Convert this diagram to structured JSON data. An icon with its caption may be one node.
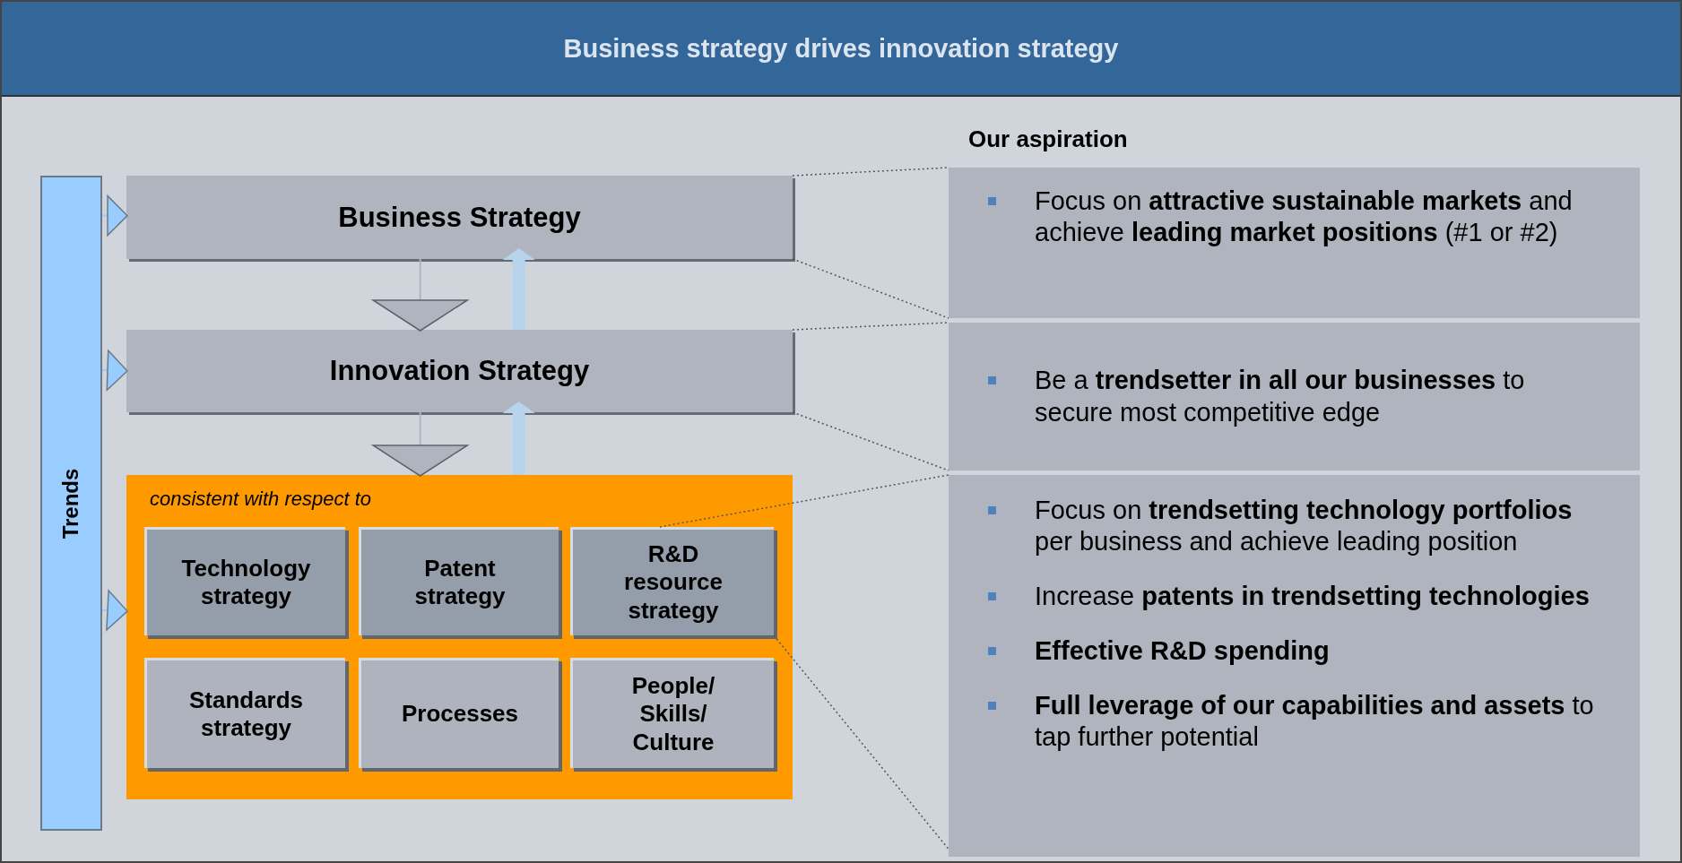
{
  "diagram": {
    "title": "Business strategy drives innovation strategy",
    "nodes": [
      {
        "text": [
          "Trends"
        ]
      },
      {
        "text": [
          "Business Strategy"
        ]
      },
      {
        "text": [
          "Innovation Strategy"
        ]
      },
      {
        "text": [
          "consistent with respect to"
        ]
      },
      {
        "text": [
          "Technology strategy"
        ],
        "in": 3
      },
      {
        "text": [
          "Patent strategy"
        ],
        "in": 3
      },
      {
        "text": [
          "R&D resource strategy"
        ],
        "in": 3
      },
      {
        "text": [
          "Standards strategy"
        ],
        "in": 3
      },
      {
        "text": [
          "Processes"
        ],
        "in": 3
      },
      {
        "text": [
          "People/ Skills/ Culture"
        ],
        "in": 3
      },
      {
        "text": [
          "Focus on **attractive sustainable markets** and achieve **leading market positions** (#1 or #2)"
        ],
        "beside": [
          "Our aspiration"
        ]
      },
      {
        "text": [
          "Be a **trendsetter in all our businesses** to secure most competitive edge"
        ]
      },
      {
        "text": [
          "Focus on **trendsetting technology portfolios** per business and achieve leading position",
          "Increase **patents in trendsetting technologies**",
          "**Effective R&D spending**",
          "**Full leverage of our capabilities and assets** to tap further potential"
        ]
      }
    ],
    "edges": [
      {
        "from": 0,
        "to": 1,
        "arrow": "to",
        "color": "#99ccff"
      },
      {
        "from": 0,
        "to": 2,
        "arrow": "to",
        "color": "#99ccff"
      },
      {
        "from": 0,
        "to": 3,
        "arrow": "to",
        "color": "#99ccff"
      },
      {
        "from": 1,
        "to": 2,
        "arrow": "to",
        "color": "#b0b4be"
      },
      {
        "from": 2,
        "to": 1,
        "arrow": "to",
        "style": "thick",
        "color": "#b8d4ec"
      },
      {
        "from": 2,
        "to": 3,
        "arrow": "to",
        "color": "#b0b4be"
      },
      {
        "from": 3,
        "to": 2,
        "arrow": "to",
        "style": "thick",
        "color": "#b8d4ec"
      },
      {
        "from": 1,
        "to": 10,
        "arrow": "none",
        "style": "dashed"
      },
      {
        "from": 1,
        "to": 10,
        "arrow": "none",
        "style": "dashed"
      },
      {
        "from": 2,
        "to": 11,
        "arrow": "none",
        "style": "dashed"
      },
      {
        "from": 2,
        "to": 11,
        "arrow": "none",
        "style": "dashed"
      },
      {
        "from": 6,
        "to": 12,
        "arrow": "none",
        "style": "dashed"
      },
      {
        "from": 6,
        "to": 12,
        "arrow": "none",
        "style": "dashed"
      }
    ]
  }
}
